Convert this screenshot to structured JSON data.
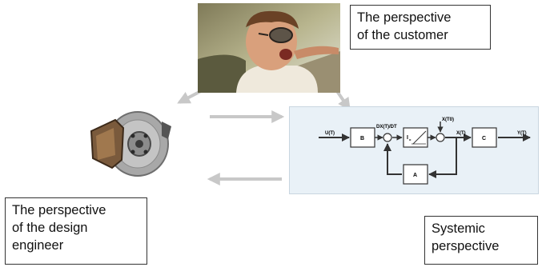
{
  "labels": {
    "customer": [
      "The perspective",
      "of the customer"
    ],
    "engineer": [
      "The perspective",
      "of the design",
      "engineer"
    ],
    "systemic": [
      "Systemic",
      "perspective"
    ]
  },
  "block_diagram": {
    "input": "U(T)",
    "output": "Y(T)",
    "derivative": "DX(T)/DT",
    "initial_state": "X(T0)",
    "state": "X(T)",
    "integrator": "I",
    "integrator_sub": "o",
    "block_b": "B",
    "block_c": "C",
    "block_a": "A"
  },
  "colors": {
    "arrow": "#c8c8c8",
    "panel_bg": "#e9f1f7",
    "line": "#333333"
  },
  "icons": {
    "driver_photo": "startled-driver-photo",
    "brake": "disc-brake-assembly"
  }
}
